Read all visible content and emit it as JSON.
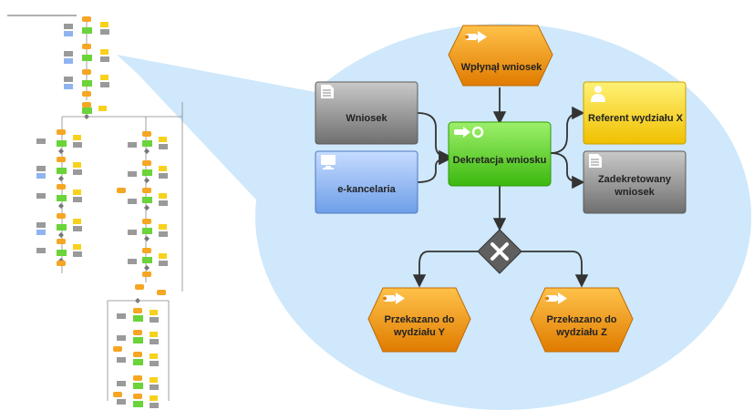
{
  "overview": {
    "title": "",
    "nodes": []
  },
  "diagram": {
    "nodes": {
      "event_start": {
        "label": "Wpłynął wniosek",
        "kind": "event",
        "fill": "#f39c12"
      },
      "doc_wniosek": {
        "label": "Wniosek",
        "kind": "document",
        "fill": "#8e8e8e"
      },
      "system_ekancelaria": {
        "label": "e-kancelaria",
        "kind": "system",
        "fill": "#7ea7e8"
      },
      "function_dekretacja": {
        "label": "Dekretacja wniosku",
        "kind": "function",
        "fill": "#5fd32a"
      },
      "role_referent": {
        "label": "Referent wydziału X",
        "kind": "role",
        "fill": "#ffd700"
      },
      "doc_zadekretowany": {
        "label": "Zadekretowany wniosek",
        "kind": "document",
        "fill": "#8e8e8e"
      },
      "gateway_xor": {
        "label": "",
        "kind": "xor-gateway",
        "fill": "#6e6e6e"
      },
      "event_y": {
        "label": "Przekazano do wydziału Y",
        "kind": "event",
        "fill": "#f39c12"
      },
      "event_z": {
        "label": "Przekazano do wydziału Z",
        "kind": "event",
        "fill": "#f39c12"
      }
    },
    "colors": {
      "callout": "#cfe8fb",
      "connector": "#333333"
    }
  }
}
